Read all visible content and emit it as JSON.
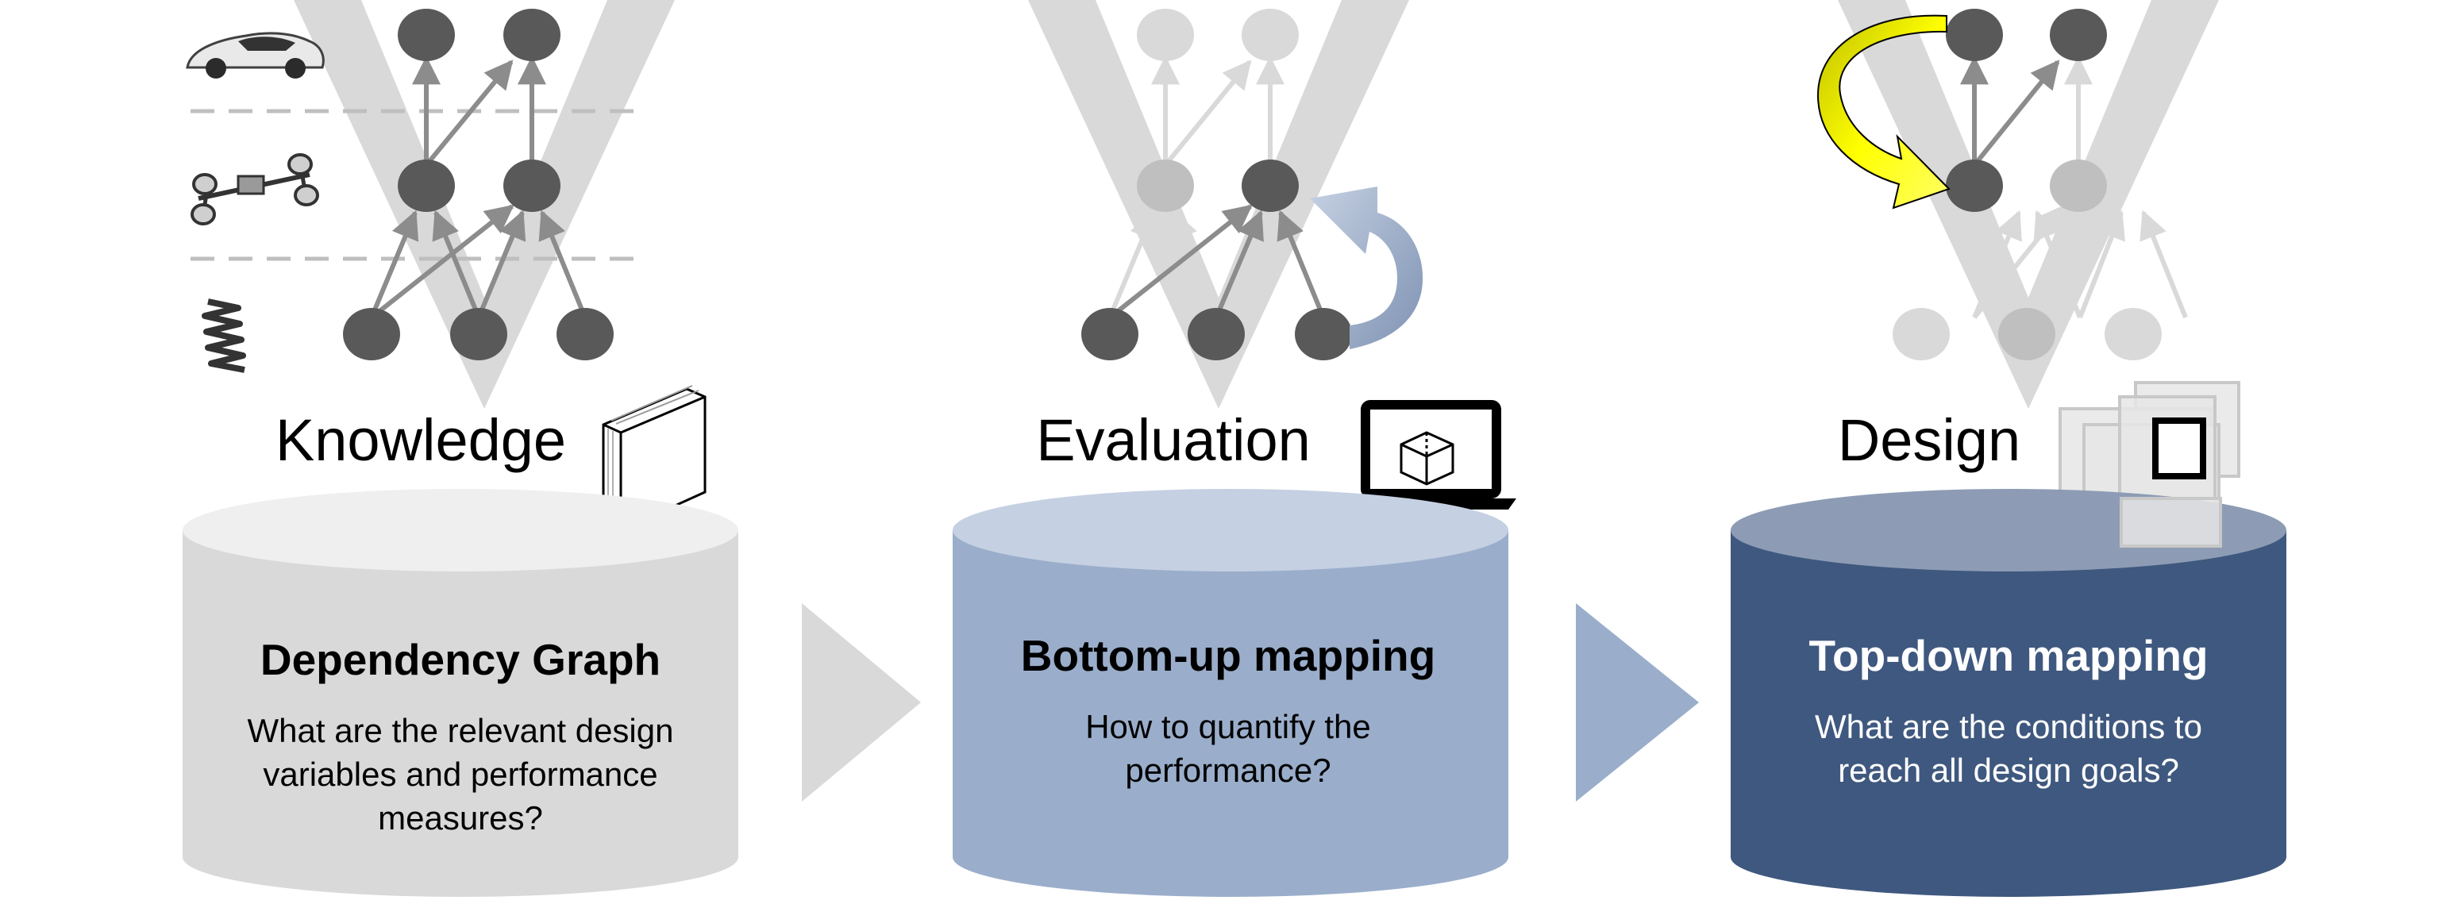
{
  "panels": [
    {
      "id": "knowledge",
      "heading": "Knowledge",
      "title": "Dependency Graph",
      "question_lines": [
        "What are the relevant design",
        "variables and performance",
        "measures?"
      ],
      "icon": "book-icon",
      "colors": {
        "body": "#d9d9d9",
        "top": "#efefef",
        "title": "#000000",
        "text": "#000000"
      }
    },
    {
      "id": "evaluation",
      "heading": "Evaluation",
      "title": "Bottom-up mapping",
      "question_lines": [
        "How to quantify the",
        "performance?"
      ],
      "icon": "laptop-icon",
      "colors": {
        "body": "#9aaecb",
        "top": "#c5d0e2",
        "title": "#000000",
        "text": "#000000"
      }
    },
    {
      "id": "design",
      "heading": "Design",
      "title": "Top-down mapping",
      "question_lines": [
        "What are the conditions to",
        "reach all design goals?"
      ],
      "icon": "design-space-icon",
      "colors": {
        "body": "#3f587f",
        "top": "#8d9cb4",
        "title": "#ffffff",
        "text": "#ffffff"
      }
    }
  ],
  "level_icons": [
    "car-icon",
    "chassis-icon",
    "spring-icon"
  ],
  "flow_arrows": [
    {
      "color": "#d9d9d9"
    },
    {
      "color": "#9aaecb"
    }
  ],
  "colors": {
    "node_dark": "#595959",
    "node_faded": "#bfbfbf",
    "node_light": "#d9d9d9",
    "edge_dark": "#8c8c8c",
    "edge_faded": "#d9d9d9",
    "v_shape": "#d9d9d9",
    "loop_arrow": "#a5b4cc",
    "design_arrow": "#ffff00"
  }
}
